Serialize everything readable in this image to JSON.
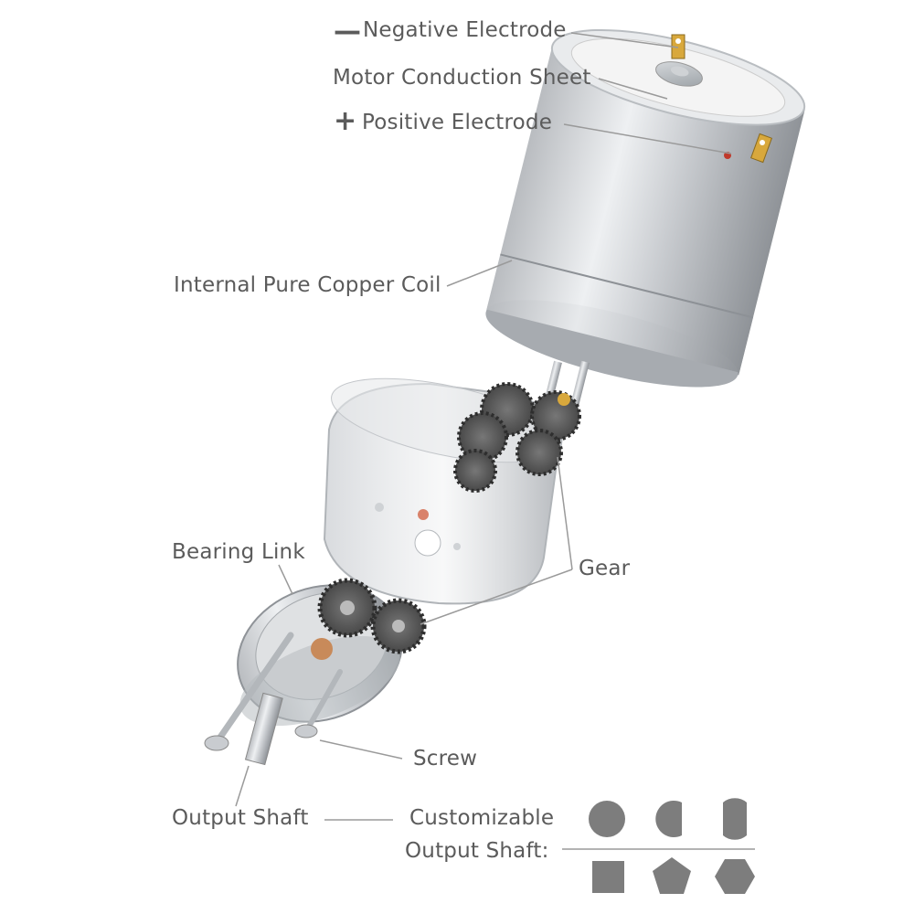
{
  "labels": {
    "negative_symbol": "—",
    "negative_electrode": "Negative Electrode",
    "motor_conduction_sheet": "Motor Conduction Sheet",
    "positive_symbol": "+",
    "positive_electrode": "Positive Electrode",
    "internal_coil": "Internal Pure Copper Coil",
    "bearing_link": "Bearing Link",
    "gear": "Gear",
    "screw": "Screw",
    "output_shaft": "Output Shaft",
    "customizable_line1": "Customizable",
    "customizable_line2": "Output Shaft:"
  },
  "shaft_shapes": {
    "top_row": [
      "round-shaft-icon",
      "single-d-flat-shaft-icon",
      "double-d-flat-shaft-icon"
    ],
    "bottom_row": [
      "square-shaft-icon",
      "pentagon-shaft-icon",
      "hexagon-shaft-icon"
    ]
  },
  "colors": {
    "label_text": "#5b5b5b",
    "leader_line": "#9a9a9a",
    "shape_fill": "#7d7d7d",
    "metal_light": "#e8eaec",
    "metal_dark": "#9ea2a6"
  }
}
